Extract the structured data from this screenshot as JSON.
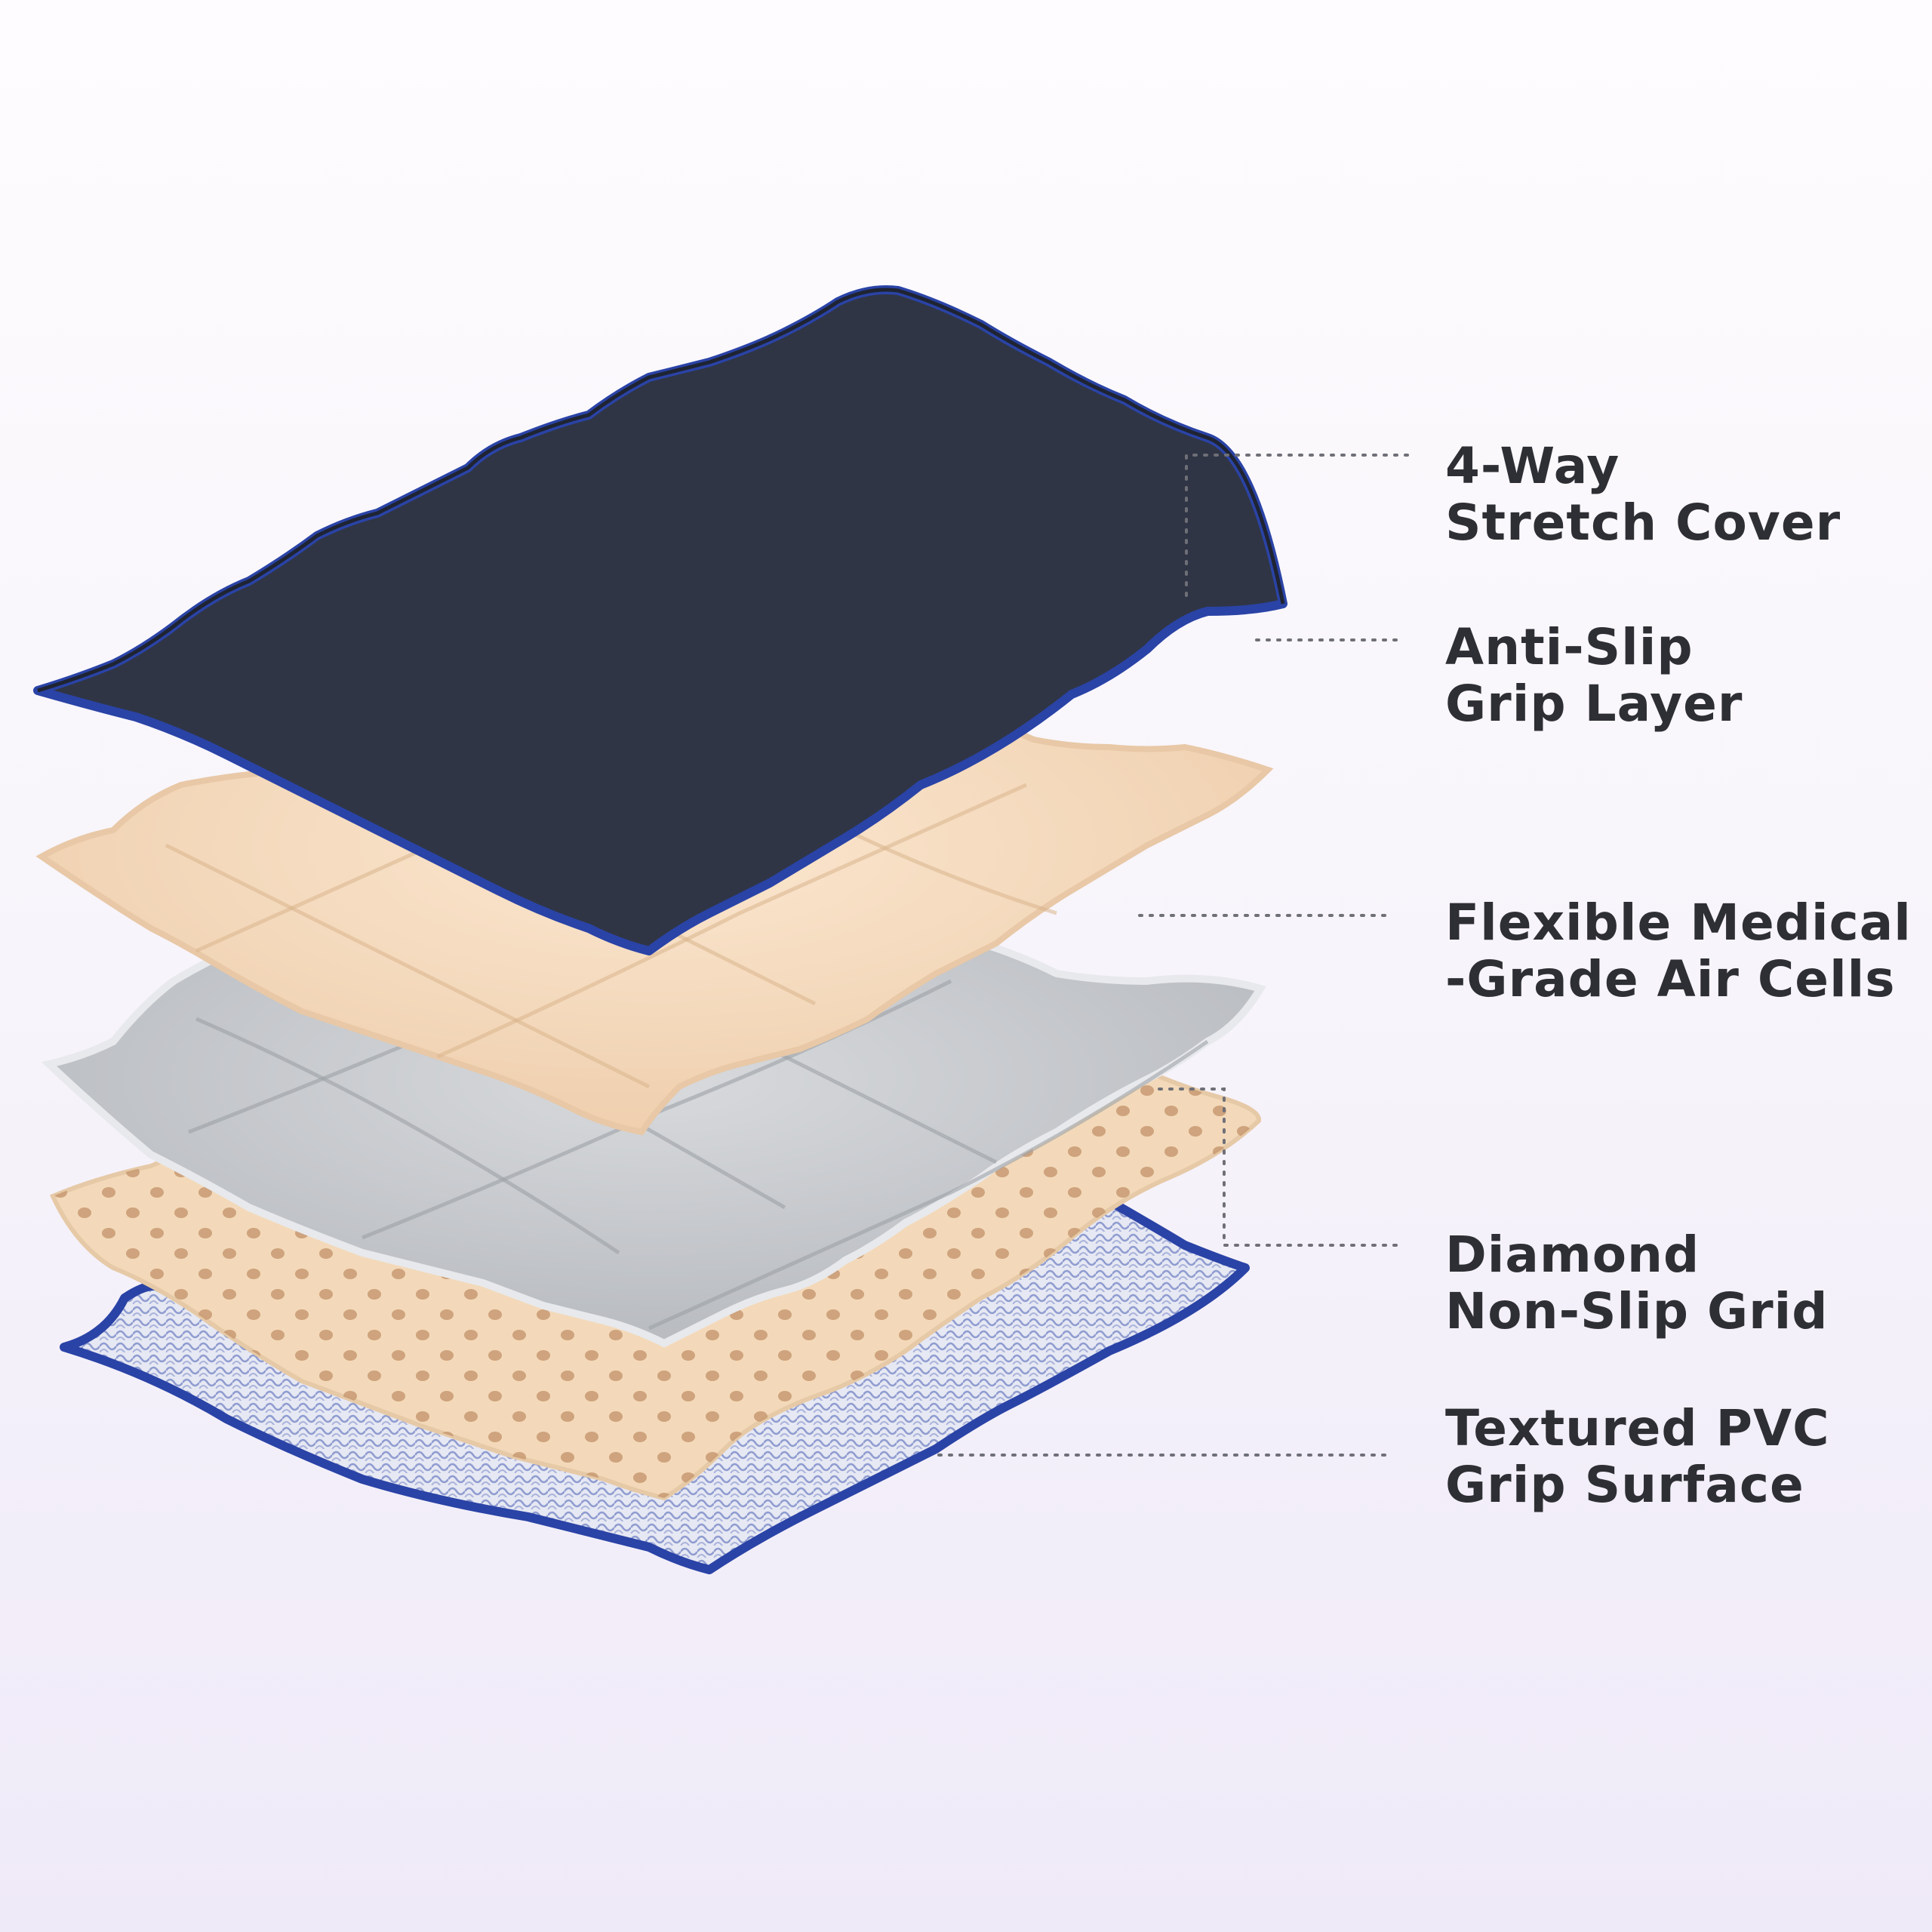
{
  "colors": {
    "cover": "#2f3544",
    "binding": "#2a43a6",
    "foam": "#f5dcc1",
    "air_cells": "#c9cbcf",
    "perforated": "#f3d9b9",
    "grid": "#dcdfee",
    "text": "#2e2f34",
    "leader": "#6f6f77"
  },
  "layers": [
    {
      "id": "cover",
      "label": {
        "line1": "4-Way",
        "line2": "Stretch Cover"
      }
    },
    {
      "id": "grip",
      "label": {
        "line1": "Anti-Slip",
        "line2": "Grip Layer"
      }
    },
    {
      "id": "air",
      "label": {
        "line1": "Flexible Medical",
        "line2": "-Grade Air Cells"
      }
    },
    {
      "id": "diamond",
      "label": {
        "line1": "Diamond",
        "line2": "Non-Slip Grid"
      }
    },
    {
      "id": "pvc",
      "label": {
        "line1": "Textured PVC",
        "line2": "Grip Surface"
      }
    }
  ]
}
